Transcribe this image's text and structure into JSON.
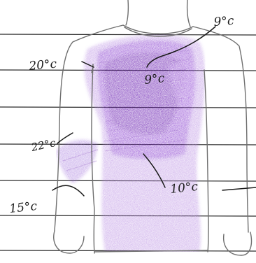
{
  "temperature_labels": {
    "neck_right": "9°c",
    "chest_center": "9°c",
    "left_shoulder": "20°c",
    "left_side": "22°c",
    "left_wrist": "15°c",
    "lower_center": "10°c"
  },
  "colors": {
    "paper": "#ffffff",
    "ruled_line": "#2b2b2b",
    "pencil_outline": "#6f6f6f",
    "ink": "#1a1a1a",
    "purple_dark": "#6a1fb0",
    "purple_mid": "#8b3fd0",
    "purple_light": "#b486e0"
  }
}
